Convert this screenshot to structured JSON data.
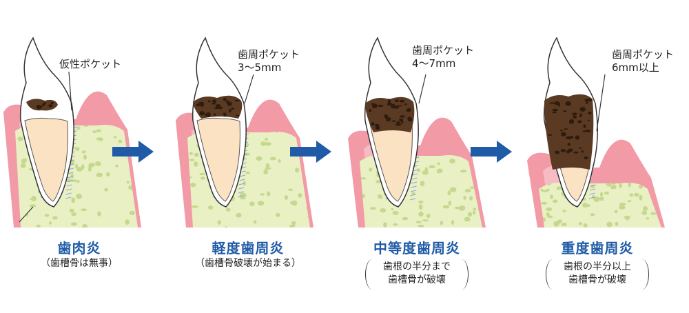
{
  "stages": [
    {
      "title": "歯肉炎",
      "note_lines": [
        "（歯槽骨は無事）"
      ],
      "callout_lines": [
        "仮性ポケット"
      ],
      "severity": 0
    },
    {
      "title": "軽度歯周炎",
      "note_lines": [
        "（歯槽骨破壊が始まる）"
      ],
      "callout_lines": [
        "歯周ポケット",
        "3～5mm"
      ],
      "severity": 1
    },
    {
      "title": "中等度歯周炎",
      "note_lines": [
        "歯根の半分まで",
        "歯槽骨が破壊"
      ],
      "callout_lines": [
        "歯周ポケット",
        "4～7mm"
      ],
      "severity": 2
    },
    {
      "title": "重度歯周炎",
      "note_lines": [
        "歯根の半分以上",
        "歯槽骨が破壊"
      ],
      "callout_lines": [
        "歯周ポケット",
        "6mm以上"
      ],
      "severity": 3
    }
  ],
  "colors": {
    "gum": "#f29aa6",
    "gum_light": "#f7c3ca",
    "bone": "#e8f0c4",
    "bone_dots": "#c4d88e",
    "dentin": "#fbe2c2",
    "enamel": "#ffffff",
    "tartar": "#5a3a22",
    "tartar_spots": "#2e1c0e",
    "ligament": "#8fa3d8",
    "arrow": "#1f5ba6",
    "title": "#1f5ba6"
  }
}
